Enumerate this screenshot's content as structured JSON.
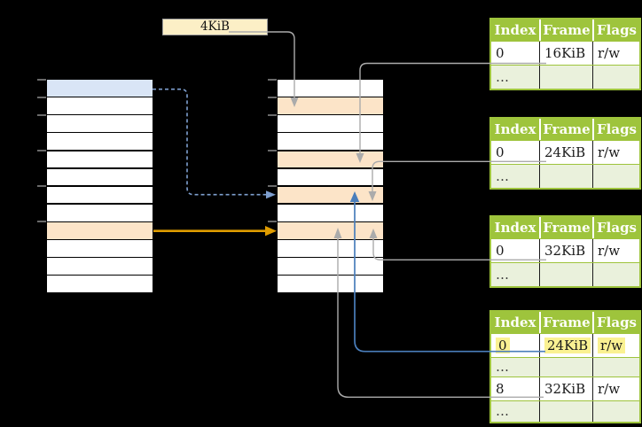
{
  "page_size_label": "4KiB",
  "colors": {
    "header_green": "#9EC43C",
    "row_light_green": "#EAF1DC",
    "cell_white": "#FFFFFF",
    "cell_orange": "#FCE4C8",
    "cell_blue": "#D9E5F6",
    "label_cream": "#FCEFC6",
    "highlight_yellow": "#FAF192",
    "arrow_gray": "#ABABAB",
    "arrow_blue": "#4A7EBB",
    "arrow_blue_dashed": "#7E9FCF",
    "arrow_orange": "#DF9C00"
  },
  "columns": {
    "left": {
      "cells": [
        "blue",
        "white",
        "white",
        "white",
        "white",
        "white",
        "white",
        "white",
        "orange",
        "white",
        "white",
        "white"
      ]
    },
    "middle": {
      "cells": [
        "white",
        "orange",
        "white",
        "white",
        "orange",
        "white",
        "orange",
        "white",
        "orange",
        "white",
        "white",
        "white"
      ]
    }
  },
  "tables": [
    {
      "name": "page-table-1",
      "header": [
        "Index",
        "Frame",
        "Flags"
      ],
      "rows": [
        {
          "cells": [
            "0",
            "16KiB",
            "r/w"
          ],
          "variant": "data",
          "highlight": false
        },
        {
          "cells": [
            "…",
            "",
            ""
          ],
          "variant": "ellipsis",
          "highlight": false
        }
      ]
    },
    {
      "name": "page-table-2",
      "header": [
        "Index",
        "Frame",
        "Flags"
      ],
      "rows": [
        {
          "cells": [
            "0",
            "24KiB",
            "r/w"
          ],
          "variant": "data",
          "highlight": false
        },
        {
          "cells": [
            "…",
            "",
            ""
          ],
          "variant": "ellipsis",
          "highlight": false
        }
      ]
    },
    {
      "name": "page-table-3",
      "header": [
        "Index",
        "Frame",
        "Flags"
      ],
      "rows": [
        {
          "cells": [
            "0",
            "32KiB",
            "r/w"
          ],
          "variant": "data",
          "highlight": false
        },
        {
          "cells": [
            "…",
            "",
            ""
          ],
          "variant": "ellipsis",
          "highlight": false
        }
      ]
    },
    {
      "name": "page-table-4",
      "header": [
        "Index",
        "Frame",
        "Flags"
      ],
      "rows": [
        {
          "cells": [
            "0",
            "24KiB",
            "r/w"
          ],
          "variant": "data",
          "highlight": true
        },
        {
          "cells": [
            "…",
            "",
            ""
          ],
          "variant": "ellipsis",
          "highlight": false
        },
        {
          "cells": [
            "8",
            "32KiB",
            "r/w"
          ],
          "variant": "data",
          "highlight": false
        },
        {
          "cells": [
            "…",
            "",
            ""
          ],
          "variant": "ellipsis",
          "highlight": false
        }
      ]
    }
  ]
}
